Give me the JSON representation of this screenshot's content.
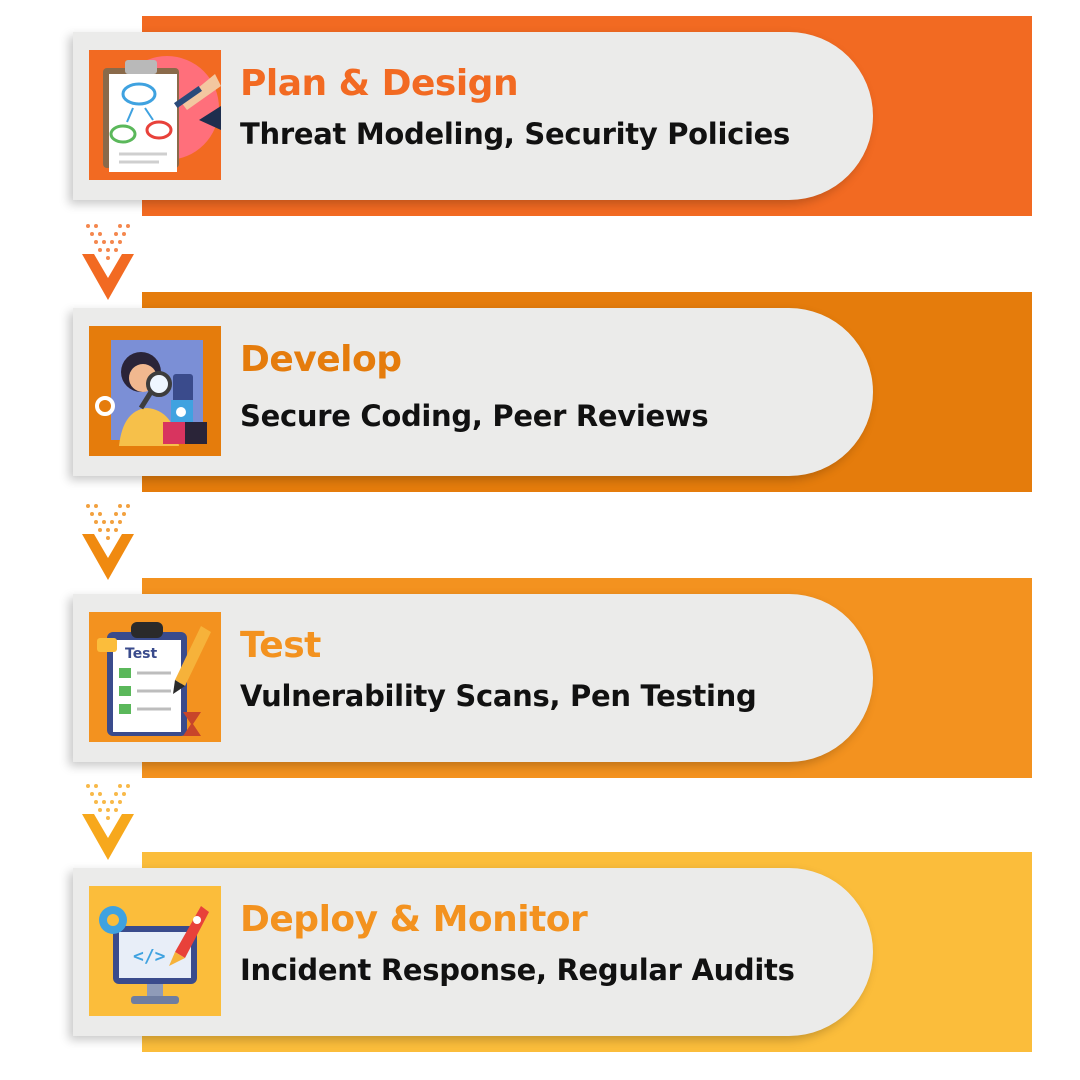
{
  "stages": [
    {
      "title": "Plan & Design",
      "subtitle": "Threat Modeling, Security Policies",
      "accent": "#f26a22",
      "band_color": "#f26a22",
      "icon": "clipboard-diagram-icon"
    },
    {
      "title": "Develop",
      "subtitle": "Secure Coding, Peer Reviews",
      "accent": "#e57c0c",
      "band_color": "#e57c0c",
      "icon": "developer-magnifier-icon"
    },
    {
      "title": "Test",
      "subtitle": "Vulnerability Scans, Pen Testing",
      "accent": "#f3921f",
      "band_color": "#f3921f",
      "icon": "test-checklist-icon"
    },
    {
      "title": "Deploy & Monitor",
      "subtitle": "Incident Response, Regular Audits",
      "accent": "#f3921f",
      "band_color": "#fbbd3b",
      "icon": "rocket-monitor-icon"
    }
  ],
  "connector_colors": [
    "#f26a22",
    "#f08a10",
    "#f7a81c"
  ],
  "connector_icon": "chevron-down-arrow-icon"
}
